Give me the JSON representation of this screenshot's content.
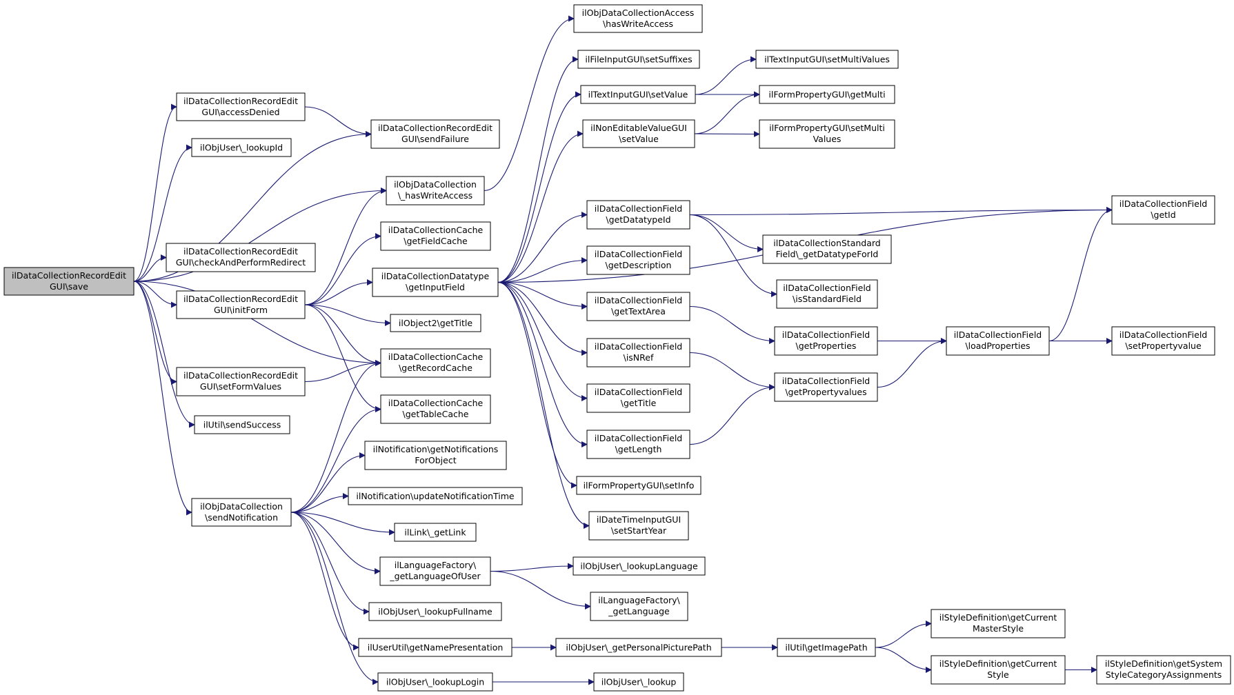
{
  "colors": {
    "edge": "#191970",
    "root_fill": "#bfbfbf",
    "node_fill": "#ffffff",
    "node_border": "#000000"
  },
  "graph": {
    "nodes": {
      "save": [
        "ilDataCollectionRecordEdit",
        "GUI\\save"
      ],
      "accessDenied": [
        "ilDataCollectionRecordEdit",
        "GUI\\accessDenied"
      ],
      "lookupId": [
        "ilObjUser\\_lookupId"
      ],
      "checkRedirect": [
        "ilDataCollectionRecordEdit",
        "GUI\\checkAndPerformRedirect"
      ],
      "initForm": [
        "ilDataCollectionRecordEdit",
        "GUI\\initForm"
      ],
      "setFormValues": [
        "ilDataCollectionRecordEdit",
        "GUI\\setFormValues"
      ],
      "sendSuccess": [
        "ilUtil\\sendSuccess"
      ],
      "sendNotification": [
        "ilObjDataCollection",
        "\\sendNotification"
      ],
      "sendFailure": [
        "ilDataCollectionRecordEdit",
        "GUI\\sendFailure"
      ],
      "hasWriteAccess": [
        "ilObjDataCollection",
        "\\_hasWriteAccess"
      ],
      "getFieldCache": [
        "ilDataCollectionCache",
        "\\getFieldCache"
      ],
      "getInputField": [
        "ilDataCollectionDatatype",
        "\\getInputField"
      ],
      "getTitleObj": [
        "ilObject2\\getTitle"
      ],
      "getRecordCache": [
        "ilDataCollectionCache",
        "\\getRecordCache"
      ],
      "getTableCache": [
        "ilDataCollectionCache",
        "\\getTableCache"
      ],
      "getNotifications": [
        "ilNotification\\getNotifications",
        "ForObject"
      ],
      "updateNotifTime": [
        "ilNotification\\updateNotificationTime"
      ],
      "getLink": [
        "ilLink\\_getLink"
      ],
      "getLangOfUser": [
        "ilLanguageFactory\\",
        "_getLanguageOfUser"
      ],
      "lookupFullname": [
        "ilObjUser\\_lookupFullname"
      ],
      "getNamePres": [
        "ilUserUtil\\getNamePresentation"
      ],
      "lookupLogin": [
        "ilObjUser\\_lookupLogin"
      ],
      "accessHasWrite": [
        "ilObjDataCollectionAccess",
        "\\hasWriteAccess"
      ],
      "setSuffixes": [
        "ilFileInputGUI\\setSuffixes"
      ],
      "textSetValue": [
        "ilTextInputGUI\\setValue"
      ],
      "nonEditSetValue": [
        "ilNonEditableValueGUI",
        "\\setValue"
      ],
      "getDatatypeId": [
        "ilDataCollectionField",
        "\\getDatatypeId"
      ],
      "getDescription": [
        "ilDataCollectionField",
        "\\getDescription"
      ],
      "getTextArea": [
        "ilDataCollectionField",
        "\\getTextArea"
      ],
      "isNRef": [
        "ilDataCollectionField",
        "\\isNRef"
      ],
      "getTitleField": [
        "ilDataCollectionField",
        "\\getTitle"
      ],
      "getLength": [
        "ilDataCollectionField",
        "\\getLength"
      ],
      "setInfo": [
        "ilFormPropertyGUI\\setInfo"
      ],
      "setStartYear": [
        "ilDateTimeInputGUI",
        "\\setStartYear"
      ],
      "lookupLanguage": [
        "ilObjUser\\_lookupLanguage"
      ],
      "getLanguage": [
        "ilLanguageFactory\\",
        "_getLanguage"
      ],
      "getPictPath": [
        "ilObjUser\\_getPersonalPicturePath"
      ],
      "lookup": [
        "ilObjUser\\_lookup"
      ],
      "setMultiValues": [
        "ilTextInputGUI\\setMultiValues"
      ],
      "getMulti": [
        "ilFormPropertyGUI\\getMulti"
      ],
      "setMultiVals2": [
        "ilFormPropertyGUI\\setMulti",
        "Values"
      ],
      "getDatatypeForId": [
        "ilDataCollectionStandard",
        "Field\\_getDatatypeForId"
      ],
      "isStandardField": [
        "ilDataCollectionField",
        "\\isStandardField"
      ],
      "getProperties": [
        "ilDataCollectionField",
        "\\getProperties"
      ],
      "getPropertyvalues": [
        "ilDataCollectionField",
        "\\getPropertyvalues"
      ],
      "getImagePath": [
        "ilUtil\\getImagePath"
      ],
      "loadProperties": [
        "ilDataCollectionField",
        "\\loadProperties"
      ],
      "getCurMaster": [
        "ilStyleDefinition\\getCurrent",
        "MasterStyle"
      ],
      "getCurStyle": [
        "ilStyleDefinition\\getCurrent",
        "Style"
      ],
      "getFieldId": [
        "ilDataCollectionField",
        "\\getId"
      ],
      "setPropertyvalue": [
        "ilDataCollectionField",
        "\\setPropertyvalue"
      ],
      "getSysStyleCat": [
        "ilStyleDefinition\\getSystem",
        "StyleCategoryAssignments"
      ]
    }
  }
}
